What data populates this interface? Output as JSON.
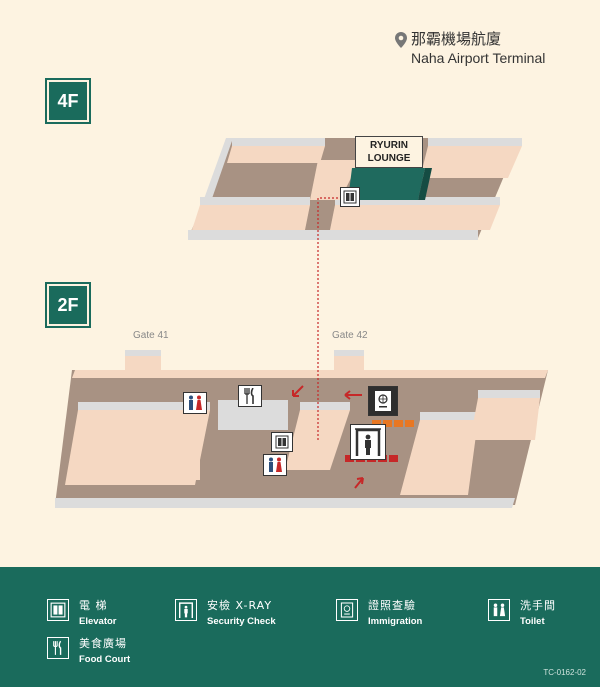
{
  "location": {
    "name_zh": "那霸機場航廈",
    "name_en": "Naha Airport Terminal"
  },
  "floors": {
    "upper": "4F",
    "lower": "2F"
  },
  "gates": [
    "Gate 41",
    "Gate 42"
  ],
  "lounge": {
    "line1": "RYURIN",
    "line2": "LOUNGE"
  },
  "legend": [
    {
      "icon": "elevator-icon",
      "zh": "電 梯",
      "en": "Elevator"
    },
    {
      "icon": "security-check-icon",
      "zh": "安檢 X-RAY",
      "en": "Security Check"
    },
    {
      "icon": "passport-icon",
      "zh": "證照查驗",
      "en": "Immigration"
    },
    {
      "icon": "toilet-icon",
      "zh": "洗手間",
      "en": "Toilet"
    },
    {
      "icon": "food-court-icon",
      "zh": "美食廣場",
      "en": "Food Court"
    }
  ],
  "document_code": "TC-0162-02",
  "colors": {
    "background": "#fdf3e1",
    "brand_green": "#1a6b5c",
    "floor_brown": "#a89283",
    "corridor": "#f5d8c2",
    "route_red": "#c62828",
    "security_orange": "#e87722",
    "lounge_green": "#1f6a5e"
  }
}
